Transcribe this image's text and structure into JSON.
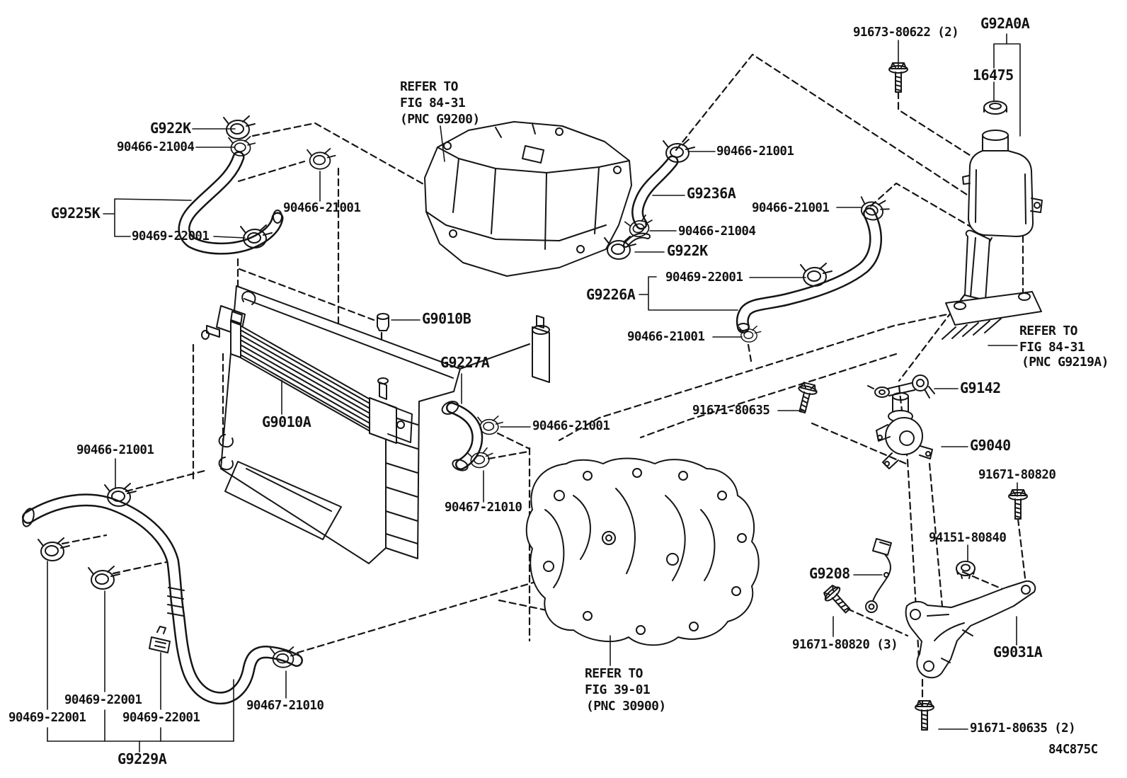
{
  "diagram": {
    "code": "84C875C",
    "notes": {
      "inverter_ref": {
        "l1": "REFER TO",
        "l2": "FIG 84-31",
        "l3": "(PNC G9200)"
      },
      "bracket_ref": {
        "l1": "REFER TO",
        "l2": "FIG 84-31",
        "l3": "(PNC G9219A)"
      },
      "transaxle_ref": {
        "l1": "REFER TO",
        "l2": "FIG 39-01",
        "l3": "(PNC 30900)"
      }
    },
    "labels": {
      "g922k_1": "G922K",
      "p90466_21004_1": "90466-21004",
      "g9225k": "G9225K",
      "p90469_22001_1": "90469-22001",
      "p90466_21001_1": "90466-21001",
      "p91673_80622": "91673-80622 (2)",
      "g92a0a": "G92A0A",
      "p16475": "16475",
      "p90466_21001_2": "90466-21001",
      "g9236a": "G9236A",
      "p90466_21001_3": "90466-21001",
      "p90466_21004_2": "90466-21004",
      "g922k_2": "G922K",
      "p90469_22001_2": "90469-22001",
      "g9226a": "G9226A",
      "p90466_21001_4": "90466-21001",
      "g9010b": "G9010B",
      "g9227a": "G9227A",
      "p90466_21001_5": "90466-21001",
      "g9142": "G9142",
      "p91671_80635_1": "91671-80635",
      "g9010a": "G9010A",
      "g9040": "G9040",
      "p90466_21001_6": "90466-21001",
      "p91671_80820_1": "91671-80820",
      "p94151_80840": "94151-80840",
      "g9208": "G9208",
      "p90467_21010_1": "90467-21010",
      "p91671_80820_3": "91671-80820 (3)",
      "g9031a": "G9031A",
      "p90469_22001_3": "90469-22001",
      "p90469_22001_4": "90469-22001",
      "p90469_22001_5": "90469-22001",
      "p90467_21010_2": "90467-21010",
      "g9229a": "G9229A",
      "p91671_80635_2": "91671-80635 (2)"
    }
  }
}
